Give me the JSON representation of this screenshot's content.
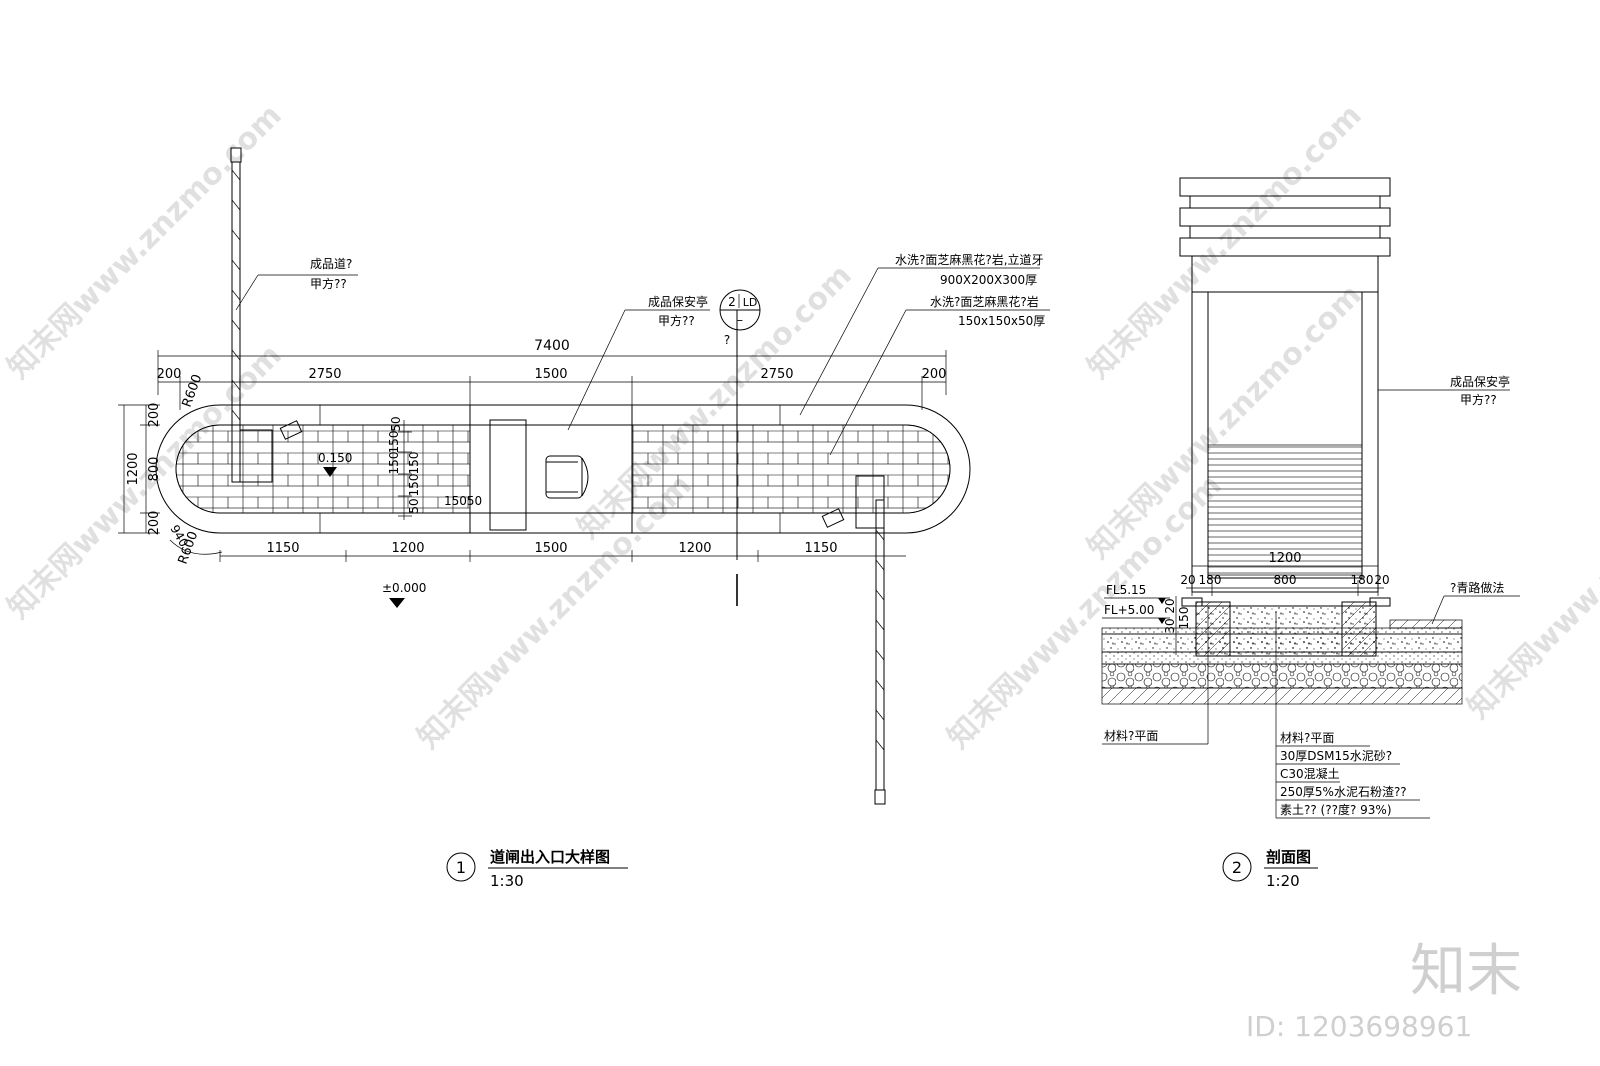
{
  "plan": {
    "overall_dim": "7400",
    "dims_top": [
      "200",
      "2750",
      "1500",
      "2750",
      "200"
    ],
    "dims_bottom": [
      "1150",
      "1200",
      "1500",
      "1200",
      "1150"
    ],
    "dims_left": [
      "200",
      "800",
      "200"
    ],
    "dim_left_total": "1200",
    "radius_top": "R600",
    "radius_bottom": "R600",
    "radius_bottom2": "940",
    "dims_paver": [
      "50",
      "150",
      "150",
      "150",
      "150",
      "50"
    ],
    "dim_paver_small": "15050",
    "level_island": "0.150",
    "level_ground": "±0.000",
    "label_gate_1": "成品道?",
    "label_gate_2": "甲方??",
    "label_booth_1": "成品保安亭",
    "label_booth_2": "甲方??",
    "label_curb_1": "水洗?面芝麻黑花?岩,立道牙",
    "label_curb_2": "900X200X300厚",
    "label_paver_1": "水洗?面芝麻黑花?岩",
    "label_paver_2": "150x150x50厚",
    "section_marker_top": "2",
    "section_marker_ref": "LD",
    "section_marker_bottom": "–",
    "section_marker_q": "?"
  },
  "section": {
    "label_booth_1": "成品保安亭",
    "label_booth_2": "甲方??",
    "dim_width": "1200",
    "dims_sub": [
      "20",
      "180",
      "800",
      "180",
      "20"
    ],
    "level_1": "FL5.15",
    "level_2": "FL+5.00",
    "dims_side": [
      "20",
      "30",
      "150"
    ],
    "label_road": "?青路做法",
    "label_finish": "材料?平面",
    "layers": [
      "材料?平面",
      "30厚DSM15水泥砂?",
      "C30混凝土",
      "250厚5%水泥石粉渣??",
      "素土?? (??度? 93%)"
    ]
  },
  "titles": {
    "t1_num": "1",
    "t1_name": "道闸出入口大样图",
    "t1_scale": "1:30",
    "t2_num": "2",
    "t2_name": "剖面图",
    "t2_scale": "1:20"
  },
  "watermark": {
    "text": "知末网www.znzmo.com",
    "brand": "知末",
    "id": "ID: 1203698961"
  }
}
